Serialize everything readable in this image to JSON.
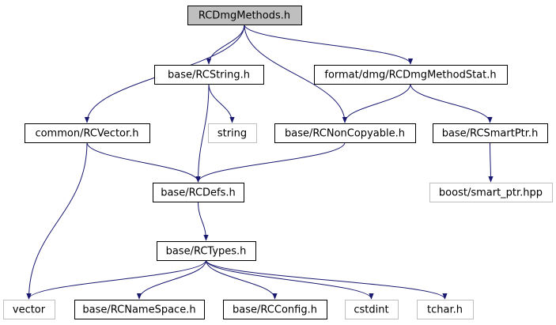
{
  "colors": {
    "edge": "#191970",
    "root_fill": "#bfbfbf",
    "box_fill": "#ffffff",
    "box_stroke": "#000000",
    "system_stroke": "#bfbfbf"
  },
  "nodes": [
    {
      "id": "root",
      "label": "RCDmgMethods.h",
      "kind": "root"
    },
    {
      "id": "rcstring",
      "label": "base/RCString.h",
      "kind": "file"
    },
    {
      "id": "methodstat",
      "label": "format/dmg/RCDmgMethodStat.h",
      "kind": "file"
    },
    {
      "id": "rcvector",
      "label": "common/RCVector.h",
      "kind": "file"
    },
    {
      "id": "string",
      "label": "string",
      "kind": "system"
    },
    {
      "id": "noncopyable",
      "label": "base/RCNonCopyable.h",
      "kind": "file"
    },
    {
      "id": "smartptr",
      "label": "base/RCSmartPtr.h",
      "kind": "file"
    },
    {
      "id": "rcdefs",
      "label": "base/RCDefs.h",
      "kind": "file"
    },
    {
      "id": "boost",
      "label": "boost/smart_ptr.hpp",
      "kind": "system"
    },
    {
      "id": "rctypes",
      "label": "base/RCTypes.h",
      "kind": "file"
    },
    {
      "id": "vector",
      "label": "vector",
      "kind": "system"
    },
    {
      "id": "namespace",
      "label": "base/RCNameSpace.h",
      "kind": "file"
    },
    {
      "id": "config",
      "label": "base/RCConfig.h",
      "kind": "file"
    },
    {
      "id": "cstdint",
      "label": "cstdint",
      "kind": "system"
    },
    {
      "id": "tchar",
      "label": "tchar.h",
      "kind": "system"
    }
  ],
  "edges": [
    [
      "root",
      "rcstring"
    ],
    [
      "root",
      "methodstat"
    ],
    [
      "root",
      "rcvector"
    ],
    [
      "root",
      "noncopyable"
    ],
    [
      "rcstring",
      "string"
    ],
    [
      "rcstring",
      "rcdefs"
    ],
    [
      "methodstat",
      "noncopyable"
    ],
    [
      "methodstat",
      "smartptr"
    ],
    [
      "rcvector",
      "rcdefs"
    ],
    [
      "rcvector",
      "vector"
    ],
    [
      "noncopyable",
      "rcdefs"
    ],
    [
      "smartptr",
      "boost"
    ],
    [
      "rcdefs",
      "rctypes"
    ],
    [
      "rctypes",
      "vector"
    ],
    [
      "rctypes",
      "namespace"
    ],
    [
      "rctypes",
      "config"
    ],
    [
      "rctypes",
      "cstdint"
    ],
    [
      "rctypes",
      "tchar"
    ]
  ]
}
